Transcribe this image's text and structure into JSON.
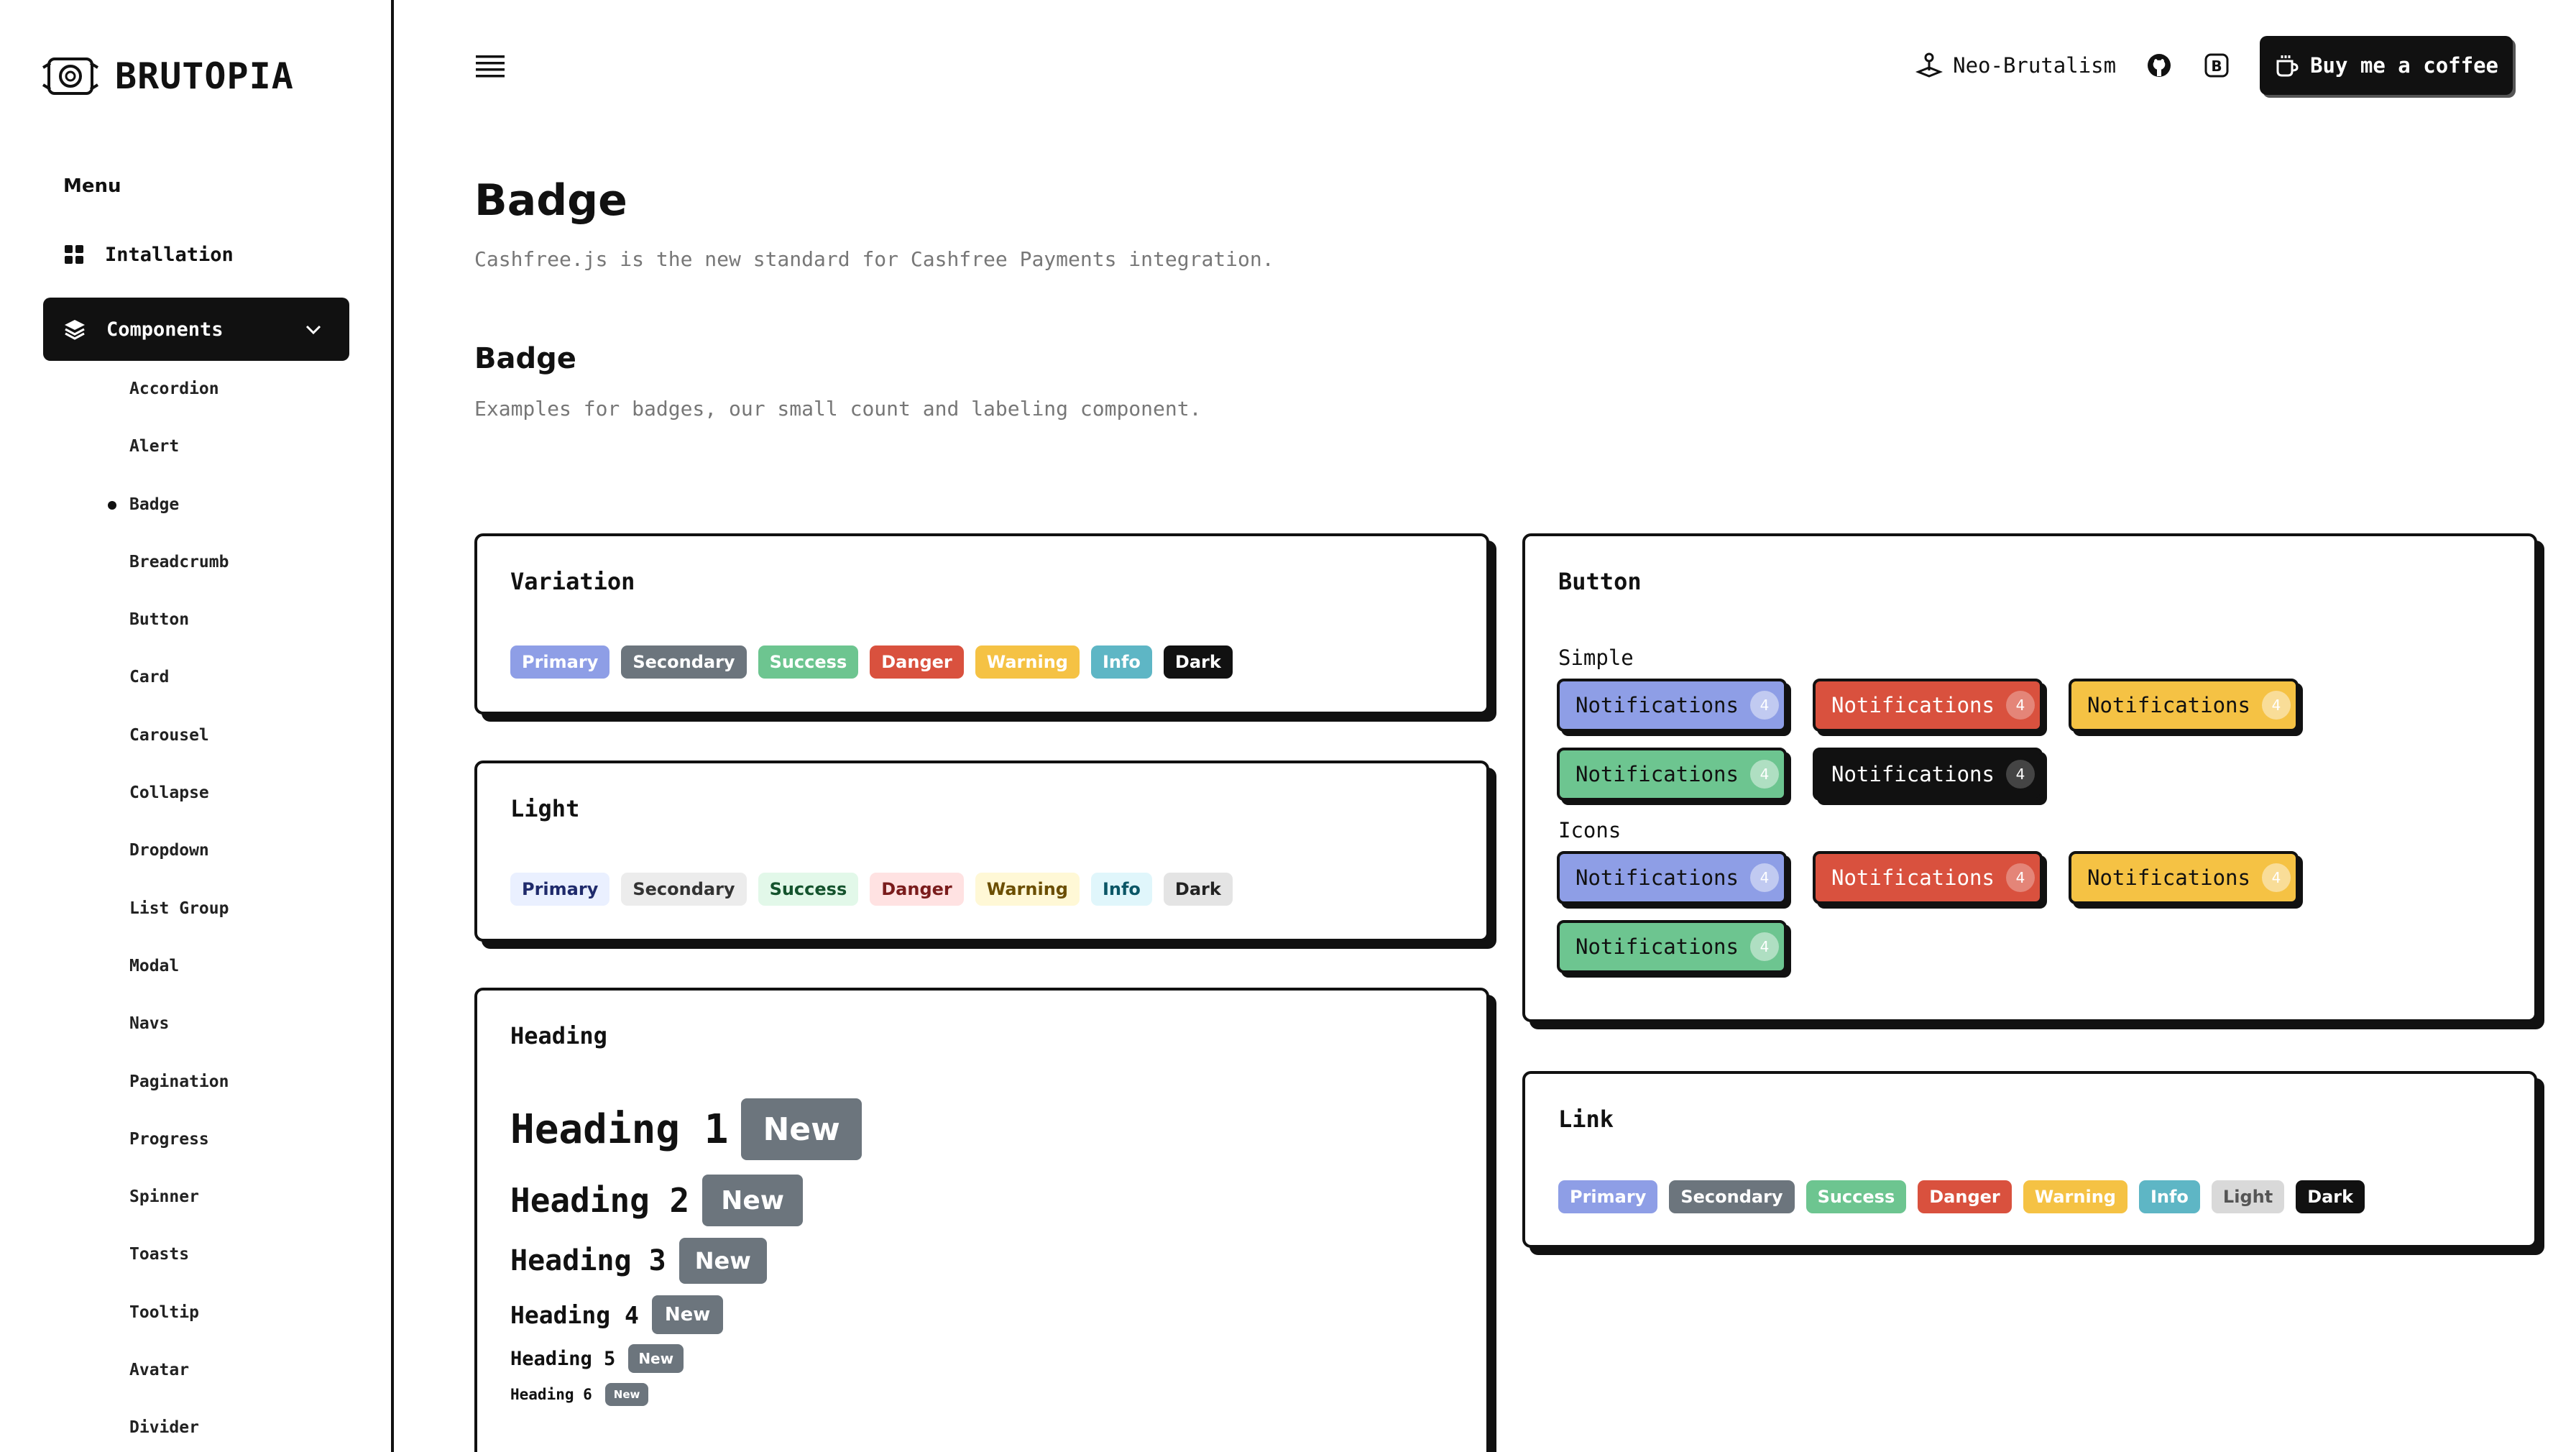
{
  "brand": {
    "name": "BRUTOPIA"
  },
  "sidebar": {
    "menu_label": "Menu",
    "installation": "Intallation",
    "components": "Components",
    "items": [
      "Accordion",
      "Alert",
      "Badge",
      "Breadcrumb",
      "Button",
      "Card",
      "Carousel",
      "Collapse",
      "Dropdown",
      "List Group",
      "Modal",
      "Navs",
      "Pagination",
      "Progress",
      "Spinner",
      "Toasts",
      "Tooltip",
      "Avatar",
      "Divider"
    ],
    "active_item": "Badge"
  },
  "topbar": {
    "neo_label": "Neo-Brutalism",
    "coffee_label": "Buy me a coffee",
    "icons": [
      "hamburger-icon",
      "joystick-icon",
      "github-icon",
      "bootstrap-icon",
      "coffee-icon"
    ]
  },
  "page": {
    "title": "Badge",
    "description": "Cashfree.js is the new standard for Cashfree Payments integration.",
    "section_title": "Badge",
    "section_description": "Examples for badges, our small count and labeling component."
  },
  "variation": {
    "title": "Variation",
    "badges": [
      "Primary",
      "Secondary",
      "Success",
      "Danger",
      "Warning",
      "Info",
      "Dark"
    ]
  },
  "light": {
    "title": "Light",
    "badges": [
      "Primary",
      "Secondary",
      "Success",
      "Danger",
      "Warning",
      "Info",
      "Dark"
    ]
  },
  "heading": {
    "title": "Heading",
    "lines": [
      "Heading 1",
      "Heading 2",
      "Heading 3",
      "Heading 4",
      "Heading 5",
      "Heading 6"
    ],
    "badge": "New"
  },
  "button": {
    "title": "Button",
    "simple_label": "Simple",
    "icons_label": "Icons",
    "label": "Notifications",
    "count": "4"
  },
  "link": {
    "title": "Link",
    "badges": [
      "Primary",
      "Secondary",
      "Success",
      "Danger",
      "Warning",
      "Info",
      "Light",
      "Dark"
    ]
  },
  "colors": {
    "primary": "#8e9ee6",
    "secondary": "#6c757d",
    "success": "#6dc590",
    "danger": "#d9513e",
    "warning": "#f5c244",
    "info": "#5eb6c5",
    "dark": "#111111"
  }
}
